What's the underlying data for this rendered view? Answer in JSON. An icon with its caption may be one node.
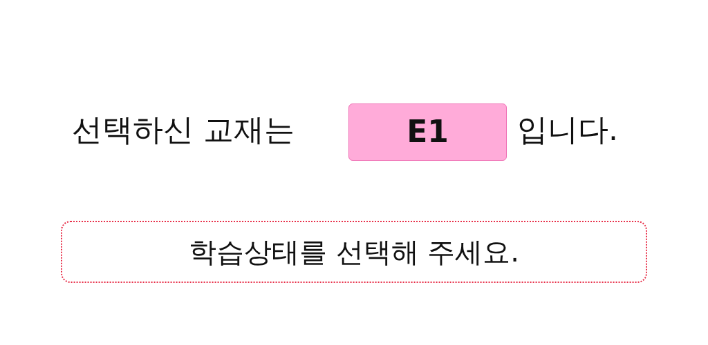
{
  "diagram": {
    "nodes": [
      {
        "text": [
          "E1"
        ]
      },
      {
        "text": [
          "학습상태를 선택해 주세요."
        ]
      }
    ],
    "labels": [
      "선택하신 교재는",
      "입니다."
    ]
  }
}
